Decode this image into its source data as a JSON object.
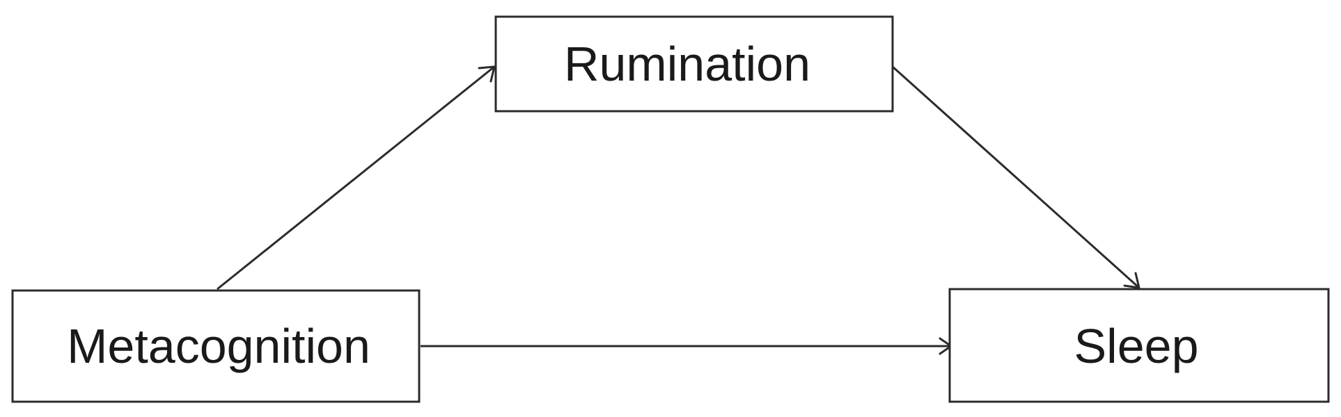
{
  "diagram": {
    "nodes": {
      "rumination": {
        "label": "Rumination"
      },
      "metacognition": {
        "label": "Metacognition"
      },
      "sleep": {
        "label": "Sleep"
      }
    },
    "edges": [
      {
        "from": "metacognition",
        "to": "rumination"
      },
      {
        "from": "rumination",
        "to": "sleep"
      },
      {
        "from": "metacognition",
        "to": "sleep"
      }
    ],
    "colors": {
      "stroke": "#2b2b2b",
      "text": "#1a1a1a",
      "background": "#ffffff"
    }
  }
}
